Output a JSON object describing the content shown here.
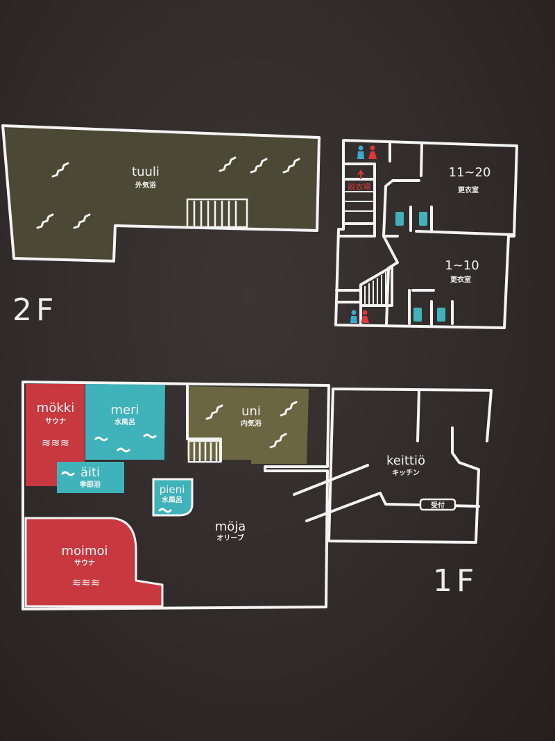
{
  "colors": {
    "background": "#2f2a29",
    "line": "#f4f4f4",
    "sauna": "#c8383f",
    "cold_bath": "#3fb3b9",
    "bath": "#4a4836",
    "uni_bath": "#6b6641",
    "icon_blue": "#3aa9d0",
    "icon_red": "#e0363d",
    "ethereal_red": "#d83a38"
  },
  "floors": {
    "upper": "2F",
    "lower": "1F"
  },
  "rooms_2f": {
    "tuuli": {
      "name": "tuuli",
      "sub": "外気浴"
    },
    "locker_upper": {
      "name": "11~20",
      "sub": "更衣室"
    },
    "locker_lower": {
      "name": "1~10",
      "sub": "更衣室"
    },
    "powder": {
      "name": "脱衣場"
    }
  },
  "rooms_1f": {
    "mokki": {
      "name": "mökki",
      "sub": "サウナ",
      "mark": "≋≋≋"
    },
    "meri": {
      "name": "meri",
      "sub": "水風呂"
    },
    "aiti": {
      "name": "äiti",
      "sub": "季節浴"
    },
    "uni": {
      "name": "uni",
      "sub": "内気浴"
    },
    "pieni": {
      "name": "pieni",
      "sub": "水風呂"
    },
    "moimoi": {
      "name": "moimoi",
      "sub": "サウナ",
      "mark": "≋≋≋"
    },
    "moja": {
      "name": "möja",
      "sub": "オリーブ"
    },
    "keittio": {
      "name": "keittiö",
      "sub": "キッチン"
    },
    "reception": {
      "name": "受付"
    }
  },
  "icons": [
    "restroom-icon",
    "shower-icon",
    "steam-icon",
    "wave-icon"
  ]
}
